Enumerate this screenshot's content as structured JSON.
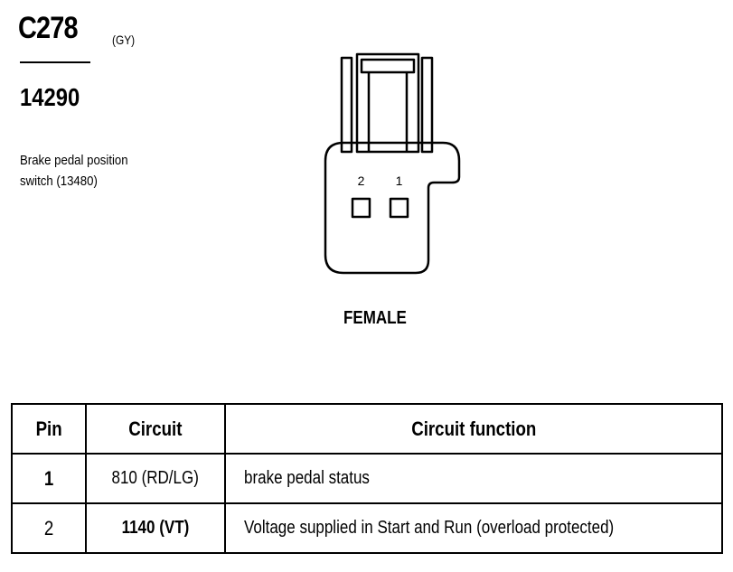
{
  "connector": {
    "id": "C278",
    "color_code": "(GY)",
    "part_number": "14290",
    "description_lines": [
      "Brake pedal position",
      "switch (13480)"
    ],
    "gender": "FEMALE",
    "pin_labels": [
      "2",
      "1"
    ]
  },
  "table": {
    "headers": [
      "Pin",
      "Circuit",
      "Circuit function"
    ],
    "rows": [
      {
        "pin": "1",
        "circuit": "810 (RD/LG)",
        "function": "brake pedal status"
      },
      {
        "pin": "2",
        "circuit": "1140 (VT)",
        "function": "Voltage supplied in Start and Run (overload protected)"
      }
    ]
  }
}
